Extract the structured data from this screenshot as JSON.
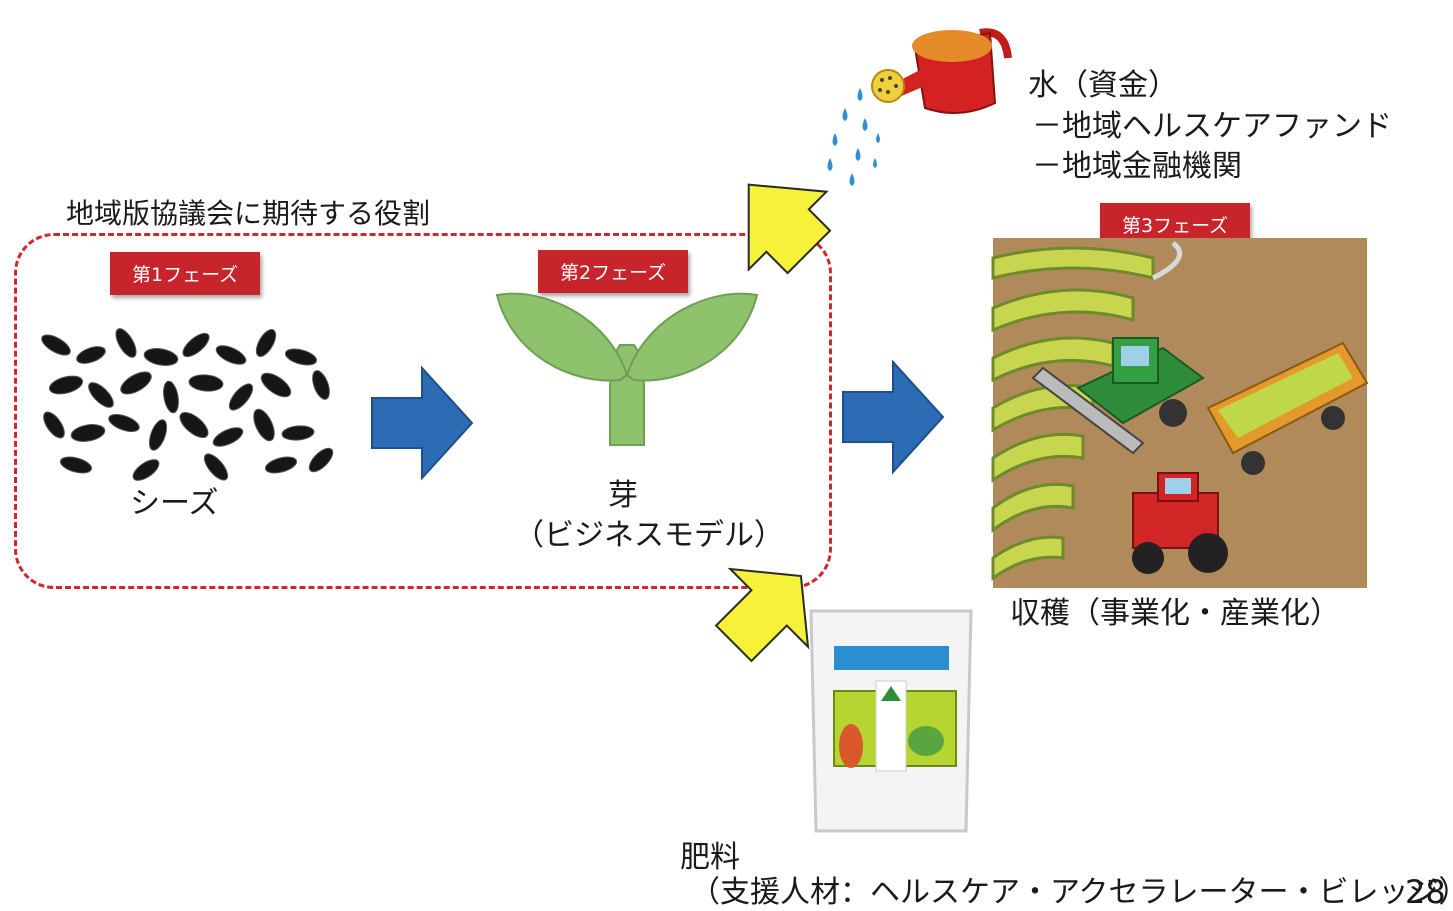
{
  "role_title": "地域版協議会に期待する役割",
  "phases": {
    "phase1": "第1フェーズ",
    "phase2": "第2フェーズ",
    "phase3": "第3フェーズ"
  },
  "seeds_label": "シーズ",
  "sprout": {
    "label": "芽",
    "sublabel": "（ビジネスモデル）"
  },
  "water": {
    "title": "水（資金）",
    "items": [
      "－地域ヘルスケアファンド",
      "－地域金融機関"
    ]
  },
  "harvest_label": "収穫（事業化・産業化）",
  "fertilizer": {
    "title": "肥料",
    "sublabel": "（支援人材：ヘルスケア・アクセラレーター・ビレッジ）"
  },
  "page_number": "28",
  "colors": {
    "badge": "#c8242b",
    "dashed_border": "#d0262d",
    "blue_arrow": "#2b6cb5",
    "yellow_arrow": "#f6f23a",
    "sprout_green": "#8ec26d"
  }
}
